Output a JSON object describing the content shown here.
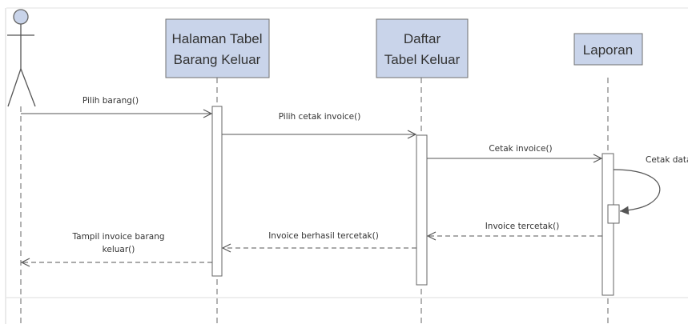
{
  "diagram": {
    "participants": [
      {
        "id": "actor",
        "kind": "actor",
        "label": ""
      },
      {
        "id": "halaman",
        "kind": "object",
        "label_lines": [
          "Halaman Tabel",
          "Barang Keluar"
        ]
      },
      {
        "id": "daftar",
        "kind": "object",
        "label_lines": [
          "Daftar",
          "Tabel Keluar"
        ]
      },
      {
        "id": "laporan",
        "kind": "object",
        "label_lines": [
          "Laporan"
        ]
      }
    ],
    "messages": [
      {
        "id": "m1",
        "from": "actor",
        "to": "halaman",
        "label": "Pilih barang()",
        "style": "solid"
      },
      {
        "id": "m2",
        "from": "halaman",
        "to": "daftar",
        "label": "Pilih cetak invoice()",
        "style": "solid"
      },
      {
        "id": "m3",
        "from": "daftar",
        "to": "laporan",
        "label": "Cetak invoice()",
        "style": "solid"
      },
      {
        "id": "m4",
        "from": "laporan",
        "to": "laporan",
        "label": "Cetak data",
        "style": "self"
      },
      {
        "id": "m5",
        "from": "laporan",
        "to": "daftar",
        "label": "Invoice tercetak()",
        "style": "dashed"
      },
      {
        "id": "m6",
        "from": "daftar",
        "to": "halaman",
        "label": "Invoice berhasil tercetak()",
        "style": "dashed"
      },
      {
        "id": "m7",
        "from": "halaman",
        "to": "actor",
        "label_lines": [
          "Tampil invoice barang",
          "keluar()"
        ],
        "style": "dashed"
      }
    ],
    "colors": {
      "box_fill": "#c9d4ea",
      "box_stroke": "#707070",
      "line": "#555555",
      "text": "#333333"
    }
  }
}
